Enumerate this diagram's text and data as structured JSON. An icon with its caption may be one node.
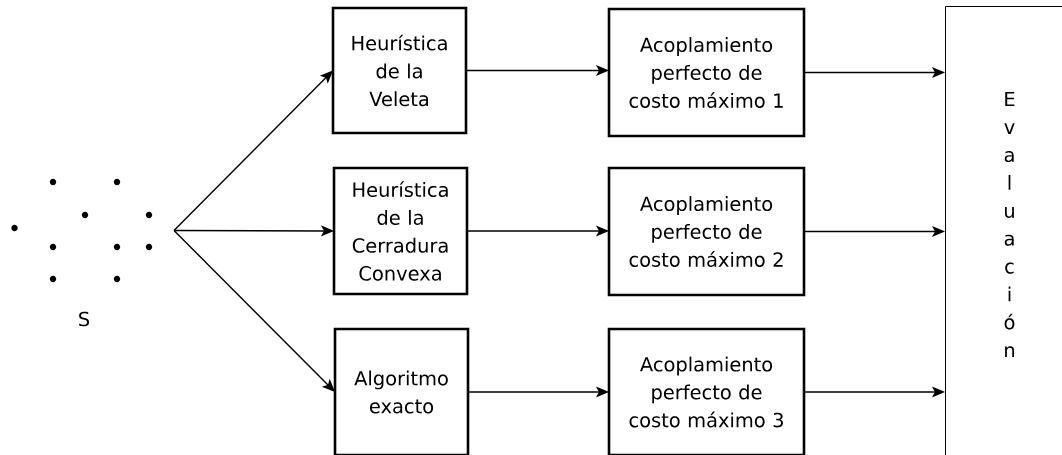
{
  "diagram": {
    "nodes": [
      {
        "text": [],
        "shape": "picture",
        "beside": [
          "S"
        ]
      },
      {
        "text": [
          "Heurística de la Veleta"
        ]
      },
      {
        "text": [
          "Heurística de la Cerradura Convexa"
        ]
      },
      {
        "text": [
          "Algoritmo exacto"
        ]
      },
      {
        "text": [
          "Acoplamiento perfecto de costo máximo 1"
        ]
      },
      {
        "text": [
          "Acoplamiento perfecto de costo máximo 2"
        ]
      },
      {
        "text": [
          "Acoplamiento perfecto de costo máximo 3"
        ]
      },
      {
        "text": [
          "Evaluación"
        ]
      }
    ],
    "edges": [
      {
        "from": 0,
        "to": 1,
        "arrow": "to"
      },
      {
        "from": 0,
        "to": 2,
        "arrow": "to"
      },
      {
        "from": 0,
        "to": 3,
        "arrow": "to"
      },
      {
        "from": 1,
        "to": 4,
        "arrow": "to"
      },
      {
        "from": 2,
        "to": 5,
        "arrow": "to"
      },
      {
        "from": 3,
        "to": 6,
        "arrow": "to"
      },
      {
        "from": 4,
        "to": 7,
        "arrow": "to"
      },
      {
        "from": 5,
        "to": 7,
        "arrow": "to"
      },
      {
        "from": 6,
        "to": 7,
        "arrow": "to"
      }
    ]
  }
}
